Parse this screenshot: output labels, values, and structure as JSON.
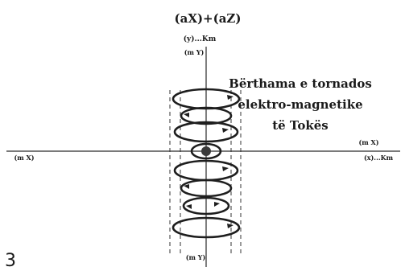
{
  "diagram": {
    "title": "(aX)+(aZ)",
    "axis_labels": {
      "y_top_unit": "(y)...Km",
      "y_top": "(m Y)",
      "y_bottom": "(m Y)",
      "x_left": "(m X)",
      "x_right_upper": "(m X)",
      "x_right_unit": "(x)...Km"
    },
    "caption_lines": [
      "Bërthama e tornados",
      "elektro-magnetike",
      "të Tokës"
    ],
    "page_number": "3"
  },
  "colors": {
    "ink": "#1e1e1e",
    "background": "#ffffff"
  }
}
